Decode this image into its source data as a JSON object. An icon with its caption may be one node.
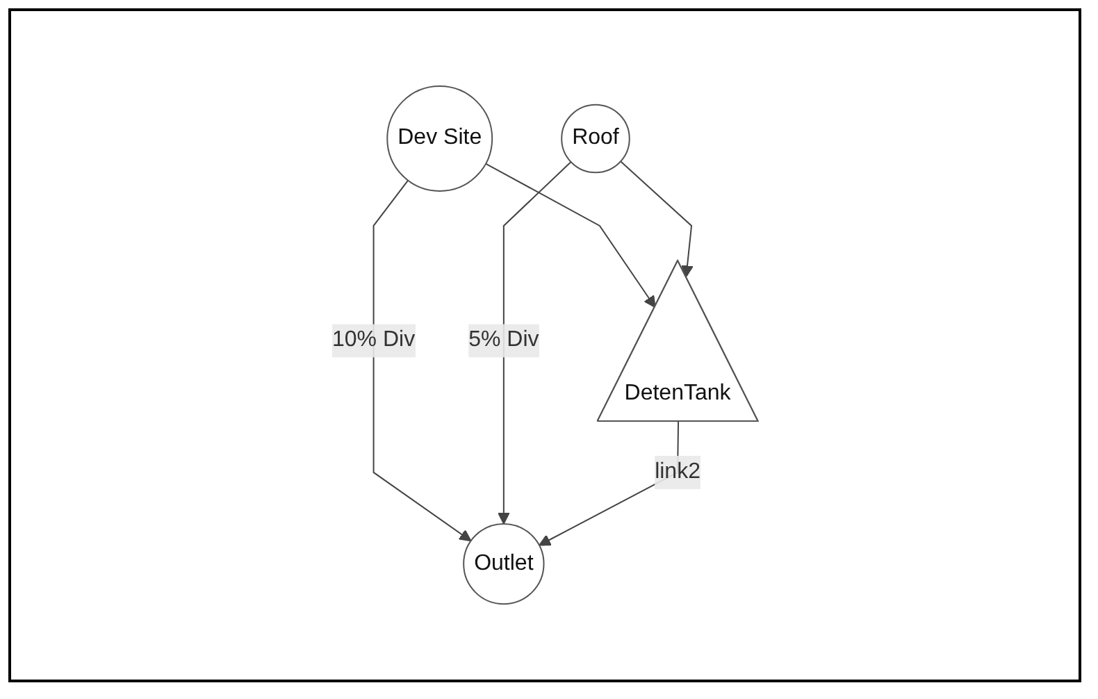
{
  "diagram": {
    "nodes": [
      {
        "text": [
          "Dev Site"
        ]
      },
      {
        "text": [
          "Roof"
        ]
      },
      {
        "text": [
          "DetenTank"
        ]
      },
      {
        "text": [
          "Outlet"
        ]
      }
    ],
    "edges": [
      {
        "from": 0,
        "to": 2,
        "arrow": "to"
      },
      {
        "from": 1,
        "to": 2,
        "arrow": "to"
      },
      {
        "from": 0,
        "to": 3,
        "arrow": "to",
        "label": "10% Div"
      },
      {
        "from": 1,
        "to": 3,
        "arrow": "to",
        "label": "5% Div"
      },
      {
        "from": 2,
        "to": 3,
        "arrow": "to",
        "label": "link2"
      }
    ]
  }
}
